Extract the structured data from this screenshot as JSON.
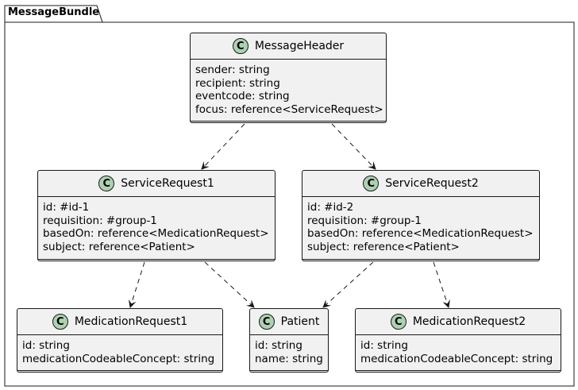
{
  "package": {
    "name": "MessageBundle"
  },
  "classes": {
    "message_header": {
      "stereotype": "C",
      "name": "MessageHeader",
      "attributes": [
        "sender: string",
        "recipient: string",
        "eventcode: string",
        "focus: reference<ServiceRequest>"
      ]
    },
    "service_request_1": {
      "stereotype": "C",
      "name": "ServiceRequest1",
      "attributes": [
        "id: #id-1",
        "requisition: #group-1",
        "basedOn: reference<MedicationRequest>",
        "subject: reference<Patient>"
      ]
    },
    "service_request_2": {
      "stereotype": "C",
      "name": "ServiceRequest2",
      "attributes": [
        "id: #id-2",
        "requisition: #group-1",
        "basedOn: reference<MedicationRequest>",
        "subject: reference<Patient>"
      ]
    },
    "medication_request_1": {
      "stereotype": "C",
      "name": "MedicationRequest1",
      "attributes": [
        "id: string",
        "medicationCodeableConcept: string"
      ]
    },
    "patient": {
      "stereotype": "C",
      "name": "Patient",
      "attributes": [
        "id: string",
        "name: string"
      ]
    },
    "medication_request_2": {
      "stereotype": "C",
      "name": "MedicationRequest2",
      "attributes": [
        "id: string",
        "medicationCodeableConcept: string"
      ]
    }
  },
  "relations": [
    {
      "from": "MessageHeader",
      "to": "ServiceRequest1",
      "style": "dashed-dependency"
    },
    {
      "from": "MessageHeader",
      "to": "ServiceRequest2",
      "style": "dashed-dependency"
    },
    {
      "from": "ServiceRequest1",
      "to": "MedicationRequest1",
      "style": "dashed-dependency"
    },
    {
      "from": "ServiceRequest1",
      "to": "Patient",
      "style": "dashed-dependency"
    },
    {
      "from": "ServiceRequest2",
      "to": "Patient",
      "style": "dashed-dependency"
    },
    {
      "from": "ServiceRequest2",
      "to": "MedicationRequest2",
      "style": "dashed-dependency"
    }
  ],
  "colors": {
    "class_fill": "#f1f1f1",
    "badge_fill": "#add1b2",
    "border": "#181818"
  }
}
